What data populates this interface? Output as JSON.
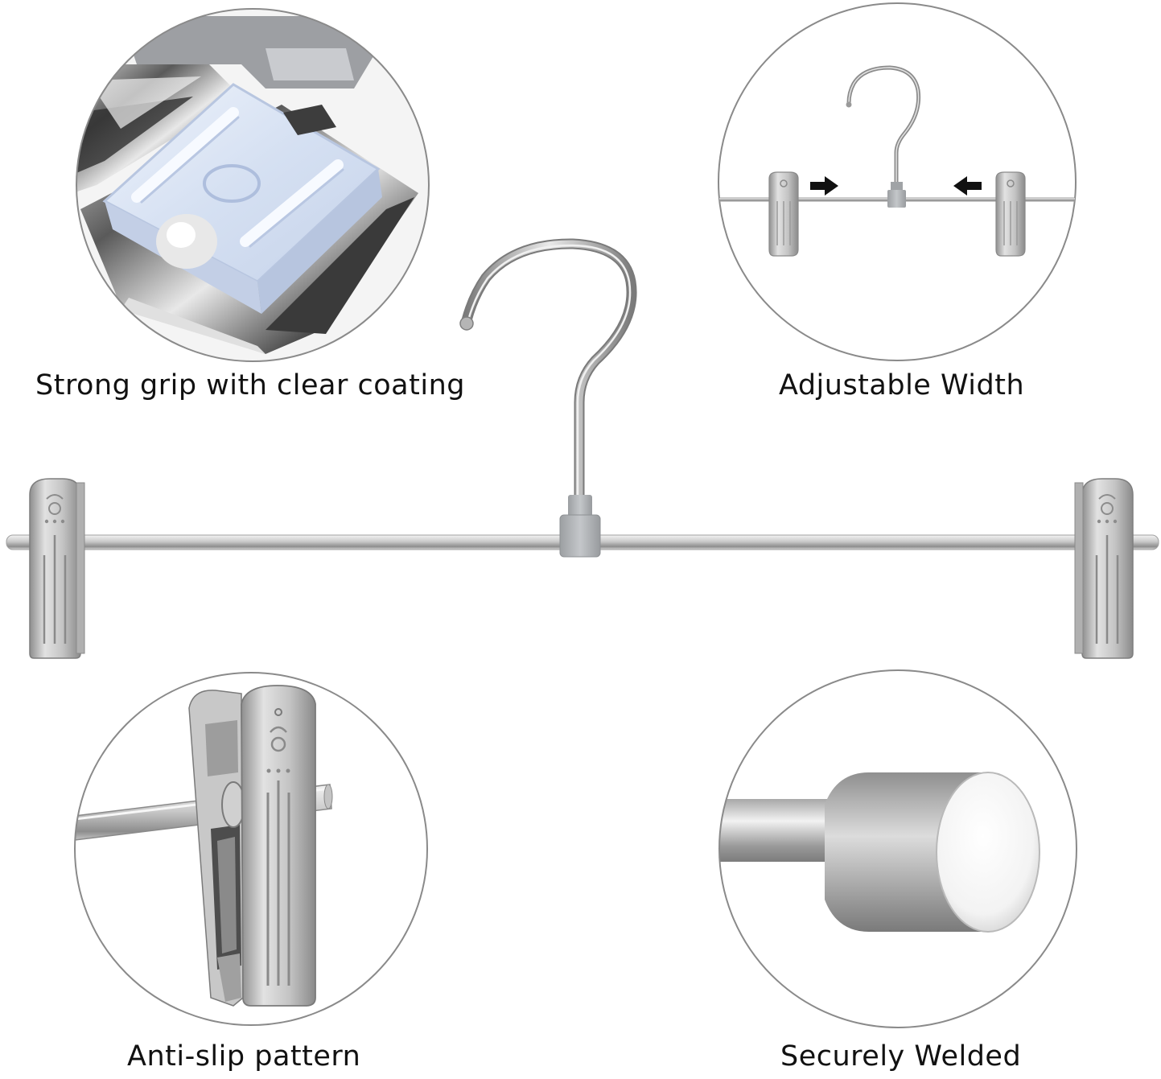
{
  "captions": {
    "top_left": "Strong grip with clear coating",
    "top_right": "Adjustable Width",
    "bottom_left": "Anti-slip pattern",
    "bottom_right": "Securely Welded"
  },
  "colors": {
    "background": "#ffffff",
    "circle_border": "#8a8a8a",
    "metal_light": "#e6e6e6",
    "metal_mid": "#b8b8b8",
    "metal_dark": "#6f6f6f",
    "connector_gray": "#a9acaf",
    "coating_blue": "#dbe6f7",
    "caption_text": "#111111",
    "arrow_black": "#111111"
  }
}
